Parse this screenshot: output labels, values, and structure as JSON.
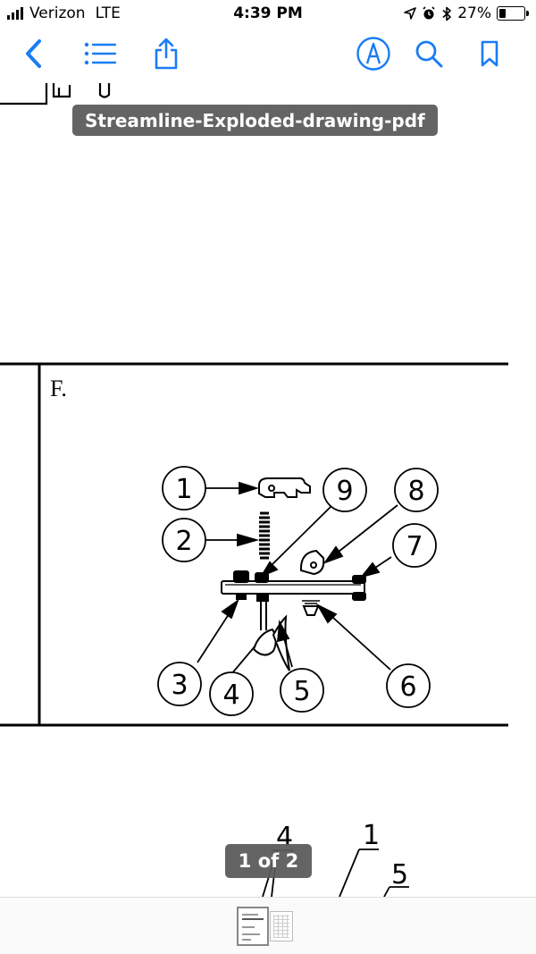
{
  "status_bar": {
    "carrier": "Verizon",
    "network": "LTE",
    "time": "4:39 PM",
    "battery_percent": "27%",
    "battery_level": 0.27,
    "icons": [
      "signal-icon",
      "location-icon",
      "alarm-icon",
      "bluetooth-icon",
      "battery-icon"
    ]
  },
  "toolbar": {
    "left_icons": [
      "back-icon",
      "outline-list-icon",
      "share-icon"
    ],
    "right_icons": [
      "markup-icon",
      "search-icon",
      "bookmark-icon"
    ],
    "accent_color": "#1a7cf4"
  },
  "document": {
    "title": "Streamline-Exploded-drawing-pdf",
    "section_label": "F.",
    "callouts": [
      "1",
      "2",
      "3",
      "4",
      "5",
      "6",
      "7",
      "8",
      "9"
    ],
    "page_indicator": "1 of 2",
    "next_drawing_labels": [
      "4",
      "1",
      "5"
    ]
  },
  "thumbnails": {
    "count": 2,
    "selected": 1
  }
}
